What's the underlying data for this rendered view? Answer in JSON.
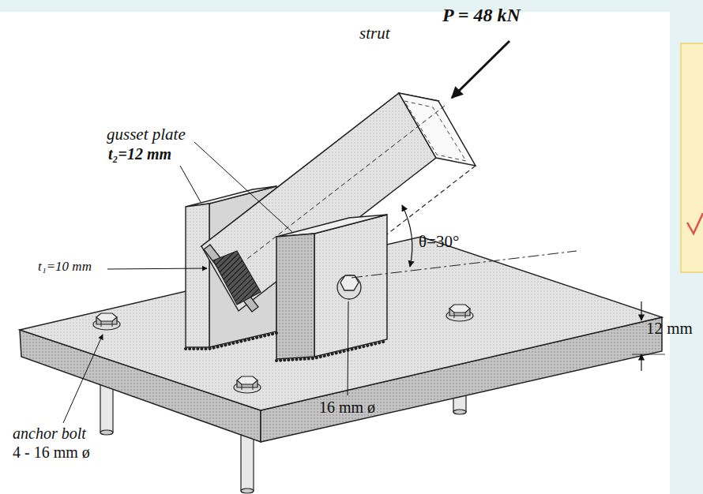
{
  "diagram": {
    "labels": [
      "P = 48 kN",
      "strut",
      "gusset plate",
      "t₂=12 mm",
      "t₁=10 mm",
      "θ=30°",
      "12 mm",
      "anchor bolt",
      "4 - 16 mm ø",
      "16 mm ø"
    ]
  }
}
